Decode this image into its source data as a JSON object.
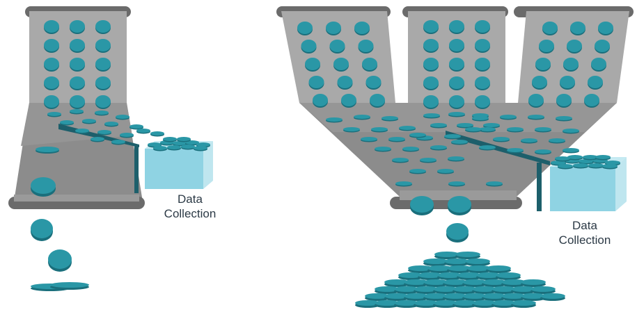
{
  "colors": {
    "coin": "#2a97a6",
    "coin_edge": "#1a6f7c",
    "coin_dark": "#1b7480",
    "panel_light": "#a9a9a9",
    "panel_mid": "#8c8c8c",
    "panel_dark": "#7a7a7a",
    "roller": "#6b6b6b",
    "box_front": "#8fd3e3",
    "box_top": "#c5eaf2",
    "box_side": "#bfe6ef",
    "divider": "#1d5f6b",
    "text": "#2c3a46"
  },
  "left_diagram": {
    "box_label_line1": "Data",
    "box_label_line2": "Collection"
  },
  "right_diagram": {
    "box_label_line1": "Data",
    "box_label_line2": "Collection"
  }
}
